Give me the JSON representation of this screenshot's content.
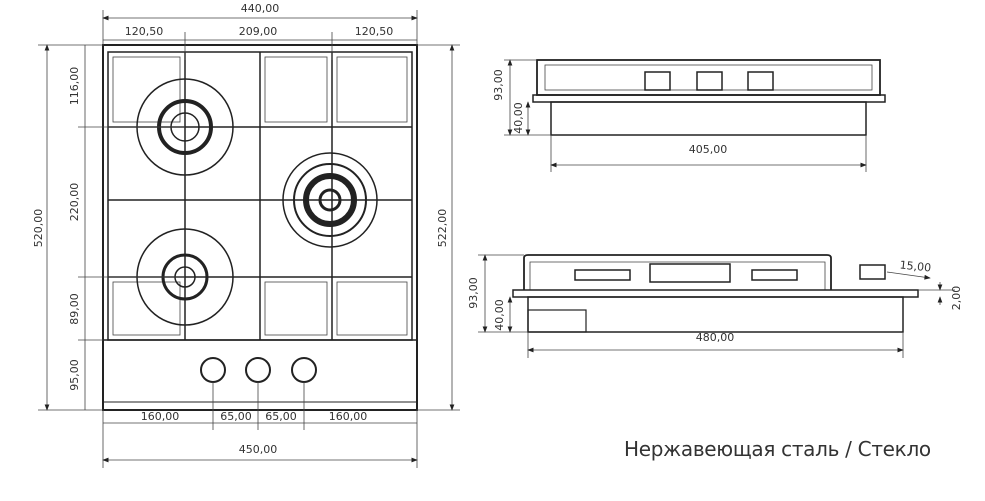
{
  "top_view": {
    "width_overall": "440,00",
    "burner_offsets": [
      "120,50",
      "209,00",
      "120,50"
    ],
    "height_left": "520,00",
    "height_segments": [
      "116,00",
      "220,00",
      "89,00",
      "95,00"
    ],
    "height_right": "522,00",
    "knob_offsets": [
      "160,00",
      "65,00",
      "65,00",
      "160,00"
    ],
    "width_bottom": "450,00"
  },
  "side_view_1": {
    "height_total": "93,00",
    "height_body": "40,00",
    "width_body": "405,00"
  },
  "side_view_2": {
    "height_total": "93,00",
    "height_body": "40,00",
    "width_body": "480,00",
    "knob_offset": "15,00",
    "plate_thickness": "2,00"
  },
  "caption": "Нержавеющая сталь / Стекло"
}
